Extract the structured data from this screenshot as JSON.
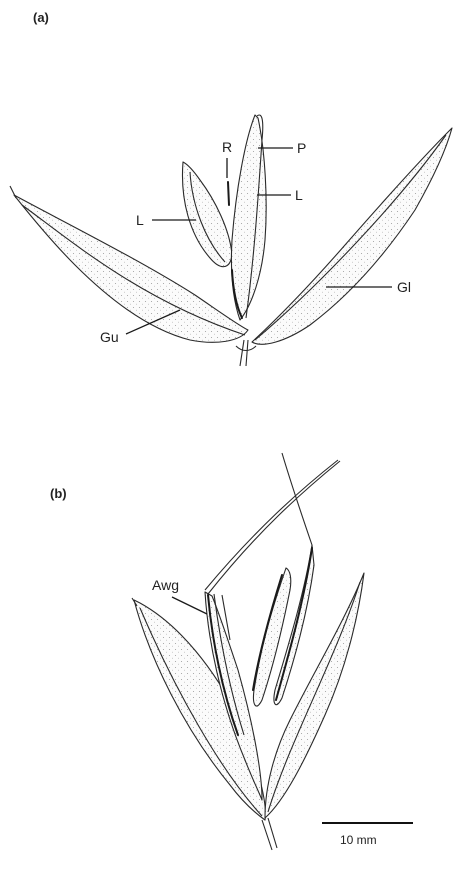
{
  "panels": {
    "a": {
      "tag": "(a)",
      "labels": {
        "R": "R",
        "P": "P",
        "L_left": "L",
        "L_right": "L",
        "Gu": "Gu",
        "Gl": "Gl"
      }
    },
    "b": {
      "tag": "(b)",
      "labels": {
        "Awg": "Awg"
      }
    }
  },
  "scale_bar": {
    "label": "10 mm"
  }
}
